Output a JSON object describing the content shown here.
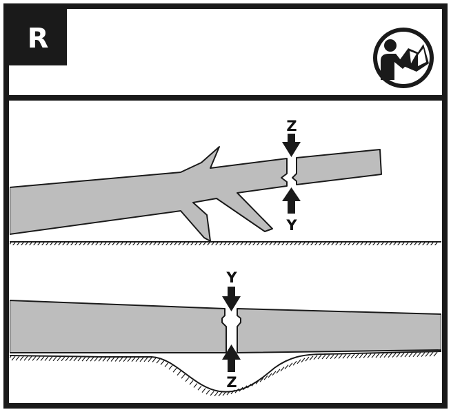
{
  "header": {
    "badge_letter": "R",
    "icon": "read-manual-icon"
  },
  "top_panel": {
    "label_upper": "Z",
    "label_lower": "Y"
  },
  "bottom_panel": {
    "label_upper": "Y",
    "label_lower": "Z"
  },
  "colors": {
    "frame": "#1a1a1a",
    "log_fill": "#bdbdbd",
    "outline": "#1a1a1a",
    "background": "#ffffff"
  }
}
